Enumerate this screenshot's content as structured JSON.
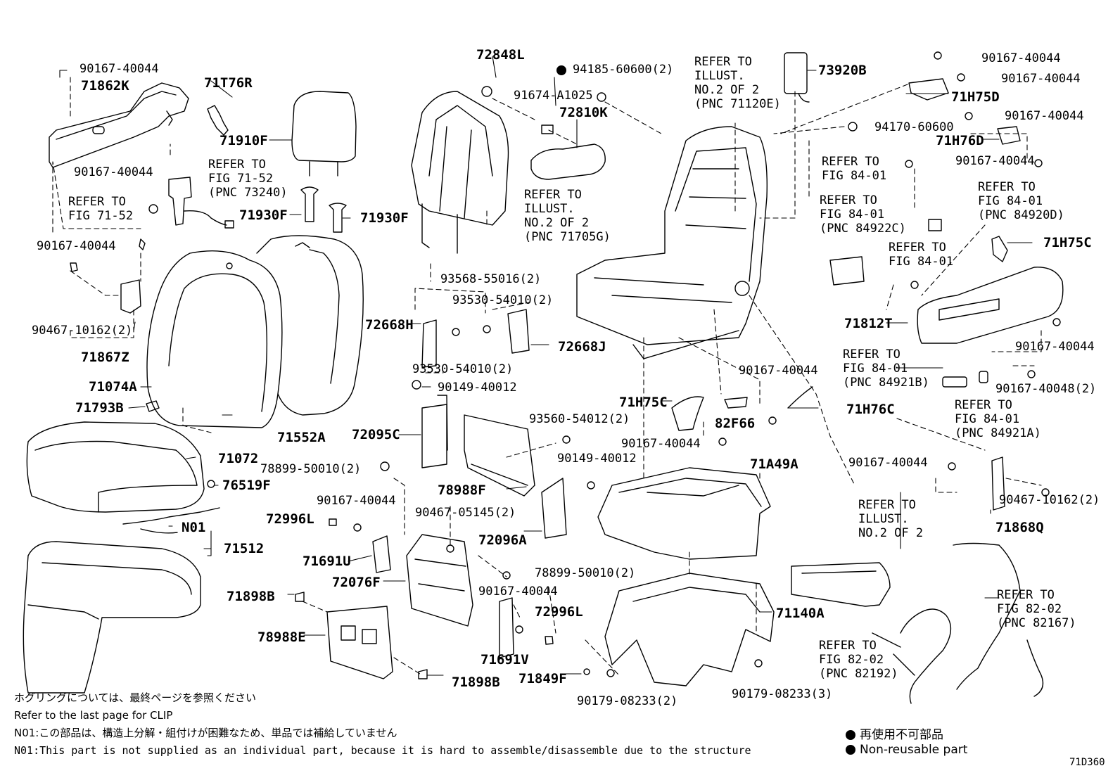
{
  "parts": {
    "p71862K": "71862K",
    "p71T76R": "71T76R",
    "p71910F": "71910F",
    "p71930F_a": "71930F",
    "p71930F_b": "71930F",
    "p71867Z": "71867Z",
    "p71074A": "71074A",
    "p71793B": "71793B",
    "p71552A": "71552A",
    "p71072": "71072",
    "p76519F": "76519F",
    "pN01": "N01",
    "p71512": "71512",
    "p72848L": "72848L",
    "p72810K": "72810K",
    "p72668H": "72668H",
    "p72668J": "72668J",
    "p72095C": "72095C",
    "p78988F": "78988F",
    "p72996L_a": "72996L",
    "p72096A": "72096A",
    "p71691U": "71691U",
    "p72076F": "72076F",
    "p72996L_b": "72996L",
    "p71898B_a": "71898B",
    "p78988E": "78988E",
    "p71691V": "71691V",
    "p71898B_b": "71898B",
    "p71849F": "71849F",
    "p73920B": "73920B",
    "p71H75D": "71H75D",
    "p71H76D": "71H76D",
    "p71H75C_r": "71H75C",
    "p71812T": "71812T",
    "p71H75C_m": "71H75C",
    "p82F66": "82F66",
    "p71H76C": "71H76C",
    "p71A49A": "71A49A",
    "p71868Q": "71868Q",
    "p71140A": "71140A"
  },
  "fasteners": {
    "f1": "90167-40044",
    "f2": "90167-40044",
    "f3": "90167-40044",
    "f4": "90467-10162(2)",
    "f5": "94185-60600(2)",
    "f6": "91674-A1025",
    "f7": "93568-55016(2)",
    "f8": "93530-54010(2)",
    "f9": "93530-54010(2)",
    "f10": "90149-40012",
    "f11": "93560-54012(2)",
    "f12": "78899-50010(2)",
    "f13": "90149-40012",
    "f14": "90167-40044",
    "f15": "90467-05145(2)",
    "f16": "78899-50010(2)",
    "f17": "90167-40044",
    "f18": "90167-40044",
    "f19": "90167-40044",
    "f20": "90167-40044",
    "f21": "90167-40044",
    "f22": "94170-60600",
    "f23": "90167-40044",
    "f24": "90167-40044",
    "f25": "90167-40044",
    "f26": "90167-40044",
    "f27": "90167-40048(2)",
    "f28": "90167-40044",
    "f29": "90467-10162(2)",
    "f30": "90179-08233(2)",
    "f31": "90179-08233(3)"
  },
  "refs": {
    "r1": "REFER TO\nFIG 71-52\n(PNC 73240)",
    "r2": "REFER TO\nFIG 71-52",
    "r3": "REFER TO\nILLUST.\nNO.2 OF 2\n(PNC 71705G)",
    "r4": "REFER TO\nILLUST.\nNO.2 OF 2\n(PNC 71120E)",
    "r5": "REFER TO\nFIG 84-01",
    "r6": "REFER TO\nFIG 84-01\n(PNC 84922C)",
    "r7": "REFER TO\nFIG 84-01\n(PNC 84920D)",
    "r8": "REFER TO\nFIG 84-01",
    "r9": "REFER TO\nFIG 84-01\n(PNC 84921B)",
    "r10": "REFER TO\nFIG 84-01\n(PNC 84921A)",
    "r11": "REFER TO\nILLUST.\nNO.2 OF 2",
    "r12": "REFER TO\nFIG 82-02\n(PNC 82167)",
    "r13": "REFER TO\nFIG 82-02\n(PNC 82192)"
  },
  "notes": {
    "clip_jp": "ホグリングについては、最終ページを参照ください",
    "clip_en": "Refer to the last page for CLIP",
    "n01_jp": "N01:この部品は、構造上分解・組付けが困難なため、単品では補給していません",
    "n01_en": "N01:This part is not supplied as an individual part, because it is hard to assemble/disassemble due to the structure"
  },
  "legend": {
    "jp": "再使用不可部品",
    "en": "Non-reusable part"
  },
  "figure_id": "71D360"
}
